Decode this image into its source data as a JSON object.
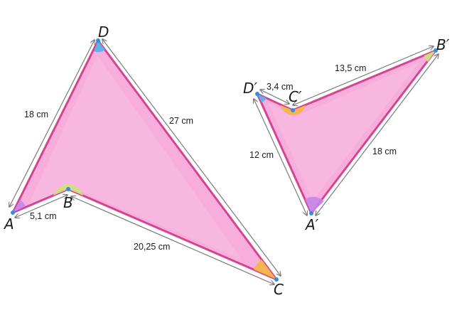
{
  "colors": {
    "fill": "#f48fd0",
    "stroke": "#d6448f",
    "vertex_dot": "#2f8fe0",
    "arrow": "#7a7a7a",
    "angle_green": "#cde27a",
    "angle_orange": "#f6b548",
    "angle_purple": "#c486e8",
    "angle_blue": "#5ab3e6"
  },
  "figure1": {
    "vertices": {
      "A": "A",
      "B": "B",
      "C": "C",
      "D": "D"
    },
    "measures": {
      "AD": "18 cm",
      "DC": "27 cm",
      "AB": "5,1 cm",
      "BC": "20,25 cm"
    }
  },
  "figure2": {
    "vertices": {
      "A": "A′",
      "B": "B′",
      "C": "C′",
      "D": "D′"
    },
    "measures": {
      "DC": "3,4 cm",
      "CB": "13,5 cm",
      "DA": "12 cm",
      "AB": "18 cm"
    }
  }
}
